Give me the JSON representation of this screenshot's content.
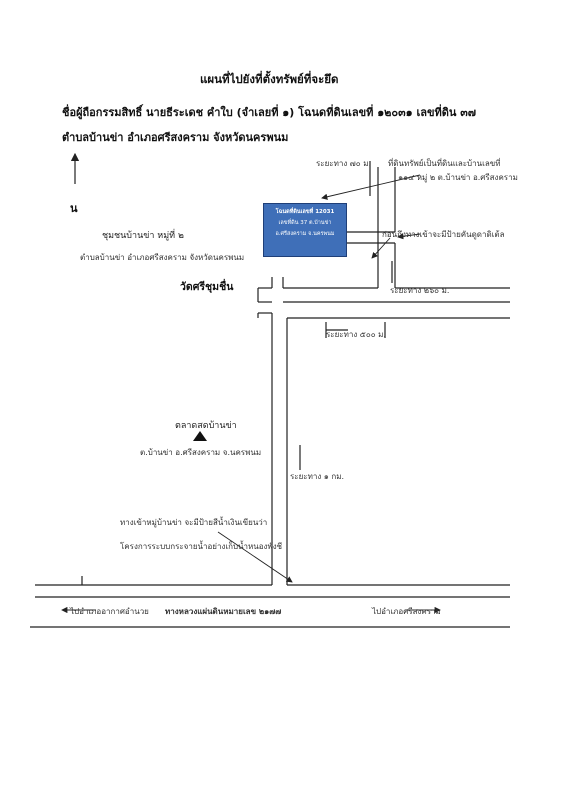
{
  "title": "แผนที่ไปยังที่ตั้งทรัพย์ที่จะยึด",
  "header": {
    "line1": "ชื่อผู้ถือกรรมสิทธิ์ นายธีระเดช คำใบ (จำเลยที่ ๑) โฉนดที่ดินเลขที่ ๑๒๐๓๑ เลขที่ดิน ๓๗",
    "line2": "ตำบลบ้านข่า อำเภอศรีสงคราม จังหวัดนครพนม"
  },
  "map": {
    "north_label": "น",
    "community": "ชุมชนบ้านข่า หมู่ที่ ๒",
    "community_sub": "ตำบลบ้านข่า อำเภอศรีสงคราม จังหวัดนครพนม",
    "temple": "วัดศรีชุมชื่น",
    "market": "ตลาดสดบ้านข่า",
    "market_sub": "ต.บ้านข่า อ.ศรีสงคราม จ.นครพนม",
    "distance_top": "ระยะทาง ๗๐ ม.",
    "distance_right": "ระยะทาง ๒๖๐ ม.",
    "distance_mid": "ระยะทาง ๕๐๐ ม.",
    "distance_lower": "ระยะทาง ๑ กม.",
    "property_note_1": "ที่ดินทรัพย์เป็นที่ดินและบ้านเลขที่",
    "property_note_2": "๑๑๔ หมู่ ๒ ต.บ้านข่า อ.ศรีสงคราม",
    "before_note": "ก่อนถึงทางเข้าจะมีป้ายคันดูดาดิเต้ล",
    "village_entry_1": "ทางเข้าหมู่บ้านข่า จะมีป้ายสีน้ำเงินเขียนว่า",
    "village_entry_2": "โครงการระบบกระจายน้ำอย่างเก็บน้ำหนองพังชี",
    "left_direction": "ไปอำเภออากาศอำนวย",
    "highway": "ทางหลวงแผ่นดินหมายเลข ๒๑๗๗",
    "right_direction": "ไปอำเภอศรีสงคราม"
  },
  "plot": {
    "line1": "โฉนดที่ดินเลขที่ 12031",
    "line2": "เลขที่ดิน 37 ต.บ้านข่า",
    "line3": "อ.ศรีสงคราม จ.นครพนม",
    "color": "#3f6fb8"
  }
}
